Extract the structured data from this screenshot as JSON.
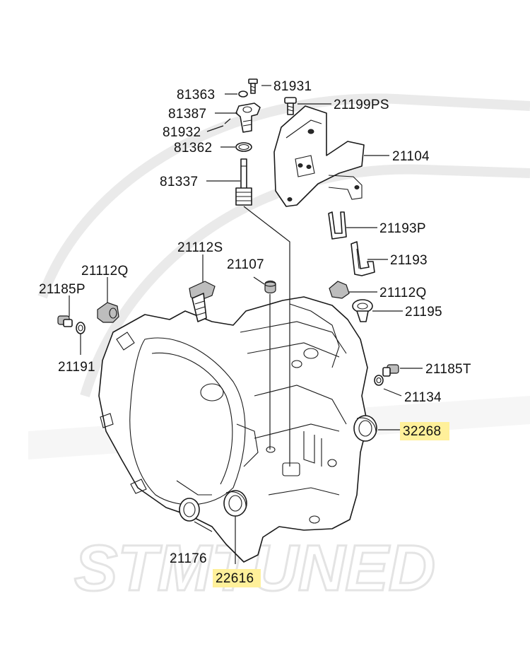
{
  "diagram": {
    "watermark_text": "STMTUNED",
    "highlight_color": "#fff09a",
    "parts": [
      {
        "id": "81931",
        "label": "81931"
      },
      {
        "id": "81363",
        "label": "81363"
      },
      {
        "id": "21199PS",
        "label": "21199PS"
      },
      {
        "id": "81387",
        "label": "81387"
      },
      {
        "id": "81932",
        "label": "81932"
      },
      {
        "id": "81362",
        "label": "81362"
      },
      {
        "id": "21104",
        "label": "21104"
      },
      {
        "id": "81337",
        "label": "81337"
      },
      {
        "id": "21193P",
        "label": "21193P"
      },
      {
        "id": "21112S",
        "label": "21112S"
      },
      {
        "id": "21107",
        "label": "21107"
      },
      {
        "id": "21193",
        "label": "21193"
      },
      {
        "id": "21112Q_left",
        "label": "21112Q"
      },
      {
        "id": "21185P",
        "label": "21185P"
      },
      {
        "id": "21112Q_right",
        "label": "21112Q"
      },
      {
        "id": "21195",
        "label": "21195"
      },
      {
        "id": "21191",
        "label": "21191"
      },
      {
        "id": "21185T",
        "label": "21185T"
      },
      {
        "id": "21134",
        "label": "21134"
      },
      {
        "id": "32268",
        "label": "32268",
        "highlighted": true
      },
      {
        "id": "21176",
        "label": "21176"
      },
      {
        "id": "22616",
        "label": "22616",
        "highlighted": true
      }
    ]
  }
}
